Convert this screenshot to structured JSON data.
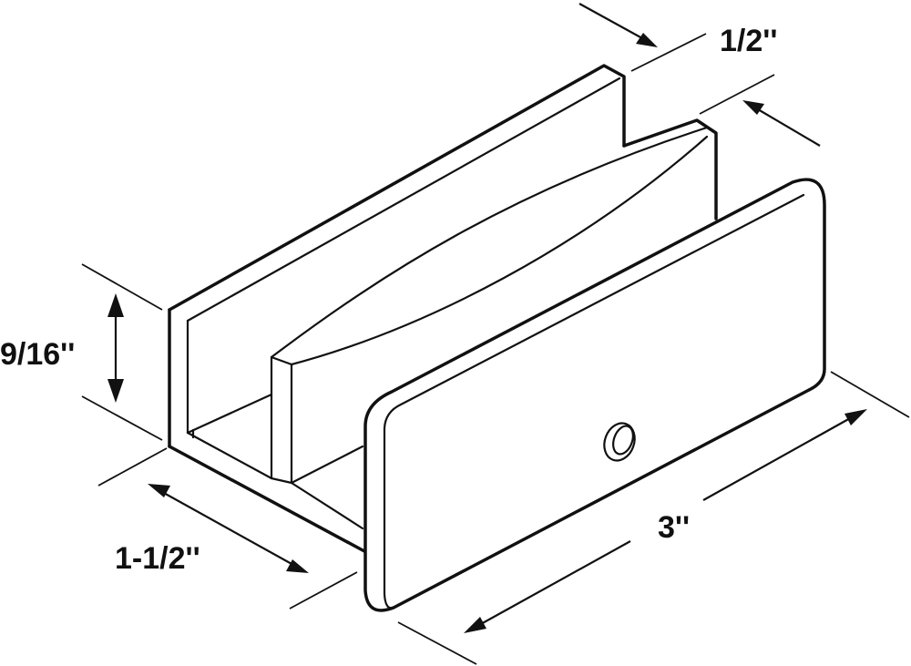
{
  "diagram": {
    "dimensions": {
      "top_width": "1/2''",
      "height": "9/16''",
      "base_width": "1-1/2''",
      "length": "3''"
    },
    "colors": {
      "line": "#111111",
      "background": "#ffffff"
    }
  }
}
